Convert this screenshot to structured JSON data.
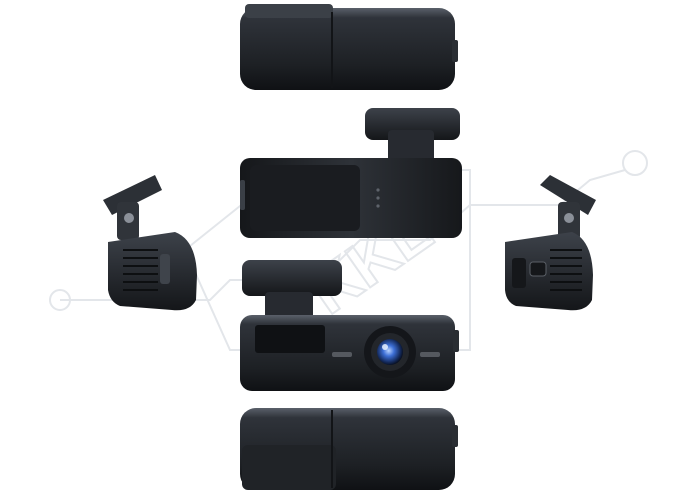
{
  "watermark": {
    "text": "KKL",
    "color": "#e3e6ea"
  },
  "colors": {
    "body_dark": "#1c1f23",
    "body_mid": "#2c3036",
    "body_light": "#474c54",
    "highlight": "#6b717a",
    "lens_blue": "#3d6fd6"
  },
  "views": [
    {
      "name": "top-view"
    },
    {
      "name": "back-view"
    },
    {
      "name": "left-side-view"
    },
    {
      "name": "right-side-view"
    },
    {
      "name": "front-view"
    },
    {
      "name": "bottom-view"
    }
  ]
}
